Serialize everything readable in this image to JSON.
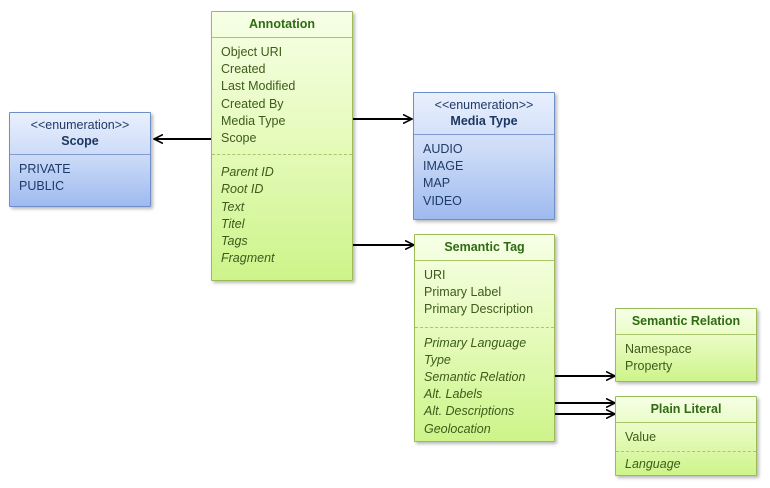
{
  "boxes": {
    "annotation": {
      "title": "Annotation",
      "attributes": [
        "Object URI",
        "Created",
        "Last Modified",
        "Created By",
        "Media Type",
        "Scope"
      ],
      "italic_attributes": [
        "Parent ID",
        "Root ID",
        "Text",
        "Titel",
        "Tags",
        "Fragment"
      ]
    },
    "scope": {
      "stereotype": "<<enumeration>>",
      "title": "Scope",
      "values": [
        "PRIVATE",
        "PUBLIC"
      ]
    },
    "media_type": {
      "stereotype": "<<enumeration>>",
      "title": "Media Type",
      "values": [
        "AUDIO",
        "IMAGE",
        "MAP",
        "VIDEO"
      ]
    },
    "semantic_tag": {
      "title": "Semantic Tag",
      "attributes": [
        "URI",
        "Primary Label",
        "Primary Description"
      ],
      "italic_attributes": [
        "Primary Language",
        "Type",
        "Semantic Relation",
        "Alt. Labels",
        "Alt. Descriptions",
        "Geolocation"
      ]
    },
    "semantic_relation": {
      "title": "Semantic Relation",
      "attributes": [
        "Namespace",
        "Property"
      ]
    },
    "plain_literal": {
      "title": "Plain Literal",
      "attributes": [
        "Value"
      ],
      "italic_attributes": [
        "Language"
      ]
    }
  },
  "colors": {
    "green_border": "#9bbb59",
    "blue_border": "#6f8fc8",
    "arrow": "#000000"
  }
}
